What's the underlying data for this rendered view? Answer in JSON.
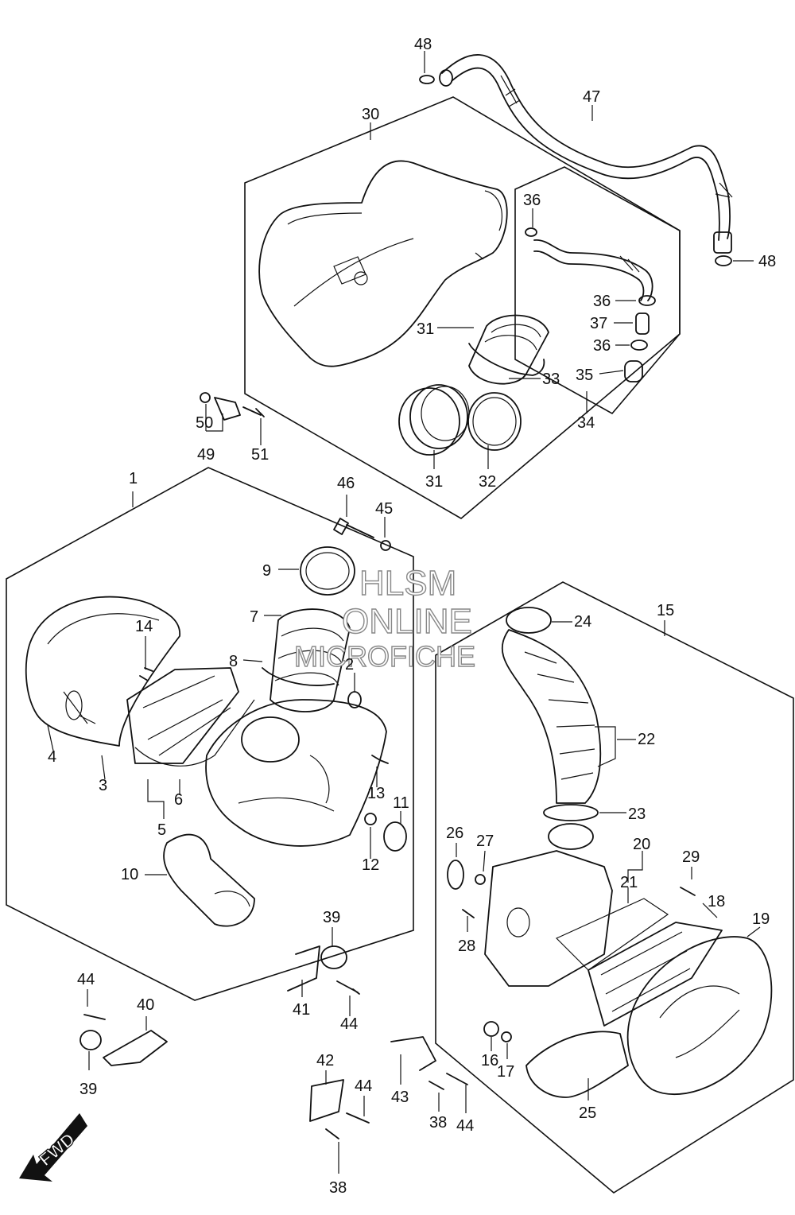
{
  "watermark": {
    "line1": "HLSM",
    "line2": "ONLINE",
    "line3": "MICROFICHE"
  },
  "fwd_label": "FWD",
  "callouts": {
    "c1": "1",
    "c2": "2",
    "c3": "3",
    "c4": "4",
    "c5": "5",
    "c6": "6",
    "c7": "7",
    "c8": "8",
    "c9": "9",
    "c10": "10",
    "c11": "11",
    "c12": "12",
    "c13": "13",
    "c14": "14",
    "c15": "15",
    "c16": "16",
    "c17": "17",
    "c18": "18",
    "c19": "19",
    "c20": "20",
    "c21": "21",
    "c22": "22",
    "c23": "23",
    "c24": "24",
    "c25": "25",
    "c26": "26",
    "c27": "27",
    "c28": "28",
    "c29": "29",
    "c30": "30",
    "c31a": "31",
    "c31b": "31",
    "c32": "32",
    "c33": "33",
    "c34": "34",
    "c35": "35",
    "c36a": "36",
    "c36b": "36",
    "c36c": "36",
    "c37": "37",
    "c38a": "38",
    "c38b": "38",
    "c39a": "39",
    "c39b": "39",
    "c40": "40",
    "c41": "41",
    "c42": "42",
    "c43": "43",
    "c44a": "44",
    "c44b": "44",
    "c44c": "44",
    "c44d": "44",
    "c45": "45",
    "c46": "46",
    "c47": "47",
    "c48a": "48",
    "c48b": "48",
    "c49": "49",
    "c50": "50",
    "c51": "51"
  }
}
